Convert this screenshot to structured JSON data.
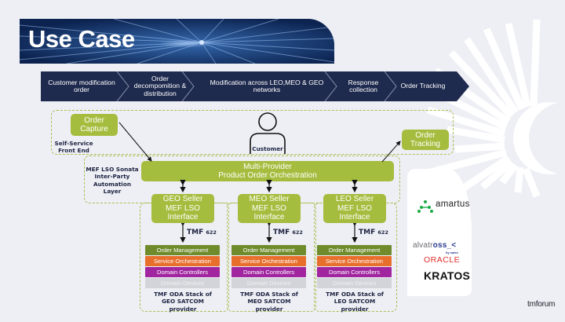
{
  "header": {
    "title": "Use Case"
  },
  "process_steps": [
    "Customer modification order",
    "Order decompomition & distribution",
    "Modification across LEO,MEO & GEO networks",
    "Response collection",
    "Order Tracking"
  ],
  "diagram": {
    "order_capture": "Order Capture",
    "self_service": "Self-Service Front End",
    "customer": "Customer",
    "order_tracking": "Order Tracking",
    "sonata_layer": "MEF LSO Sonata Inter-Party Automation Layer",
    "orchestration_line1": "Multi-Provider",
    "orchestration_line2": "Product Order Orchestration",
    "tmf_label": "TMF",
    "tmf_number": "622",
    "sellers": [
      {
        "name": "GEO Seller MEF LSO Interface",
        "line1": "GEO Seller",
        "line2": "MEF LSO",
        "line3": "Interface",
        "stack_label": "TMF ODA Stack of GEO SATCOM provider",
        "stack_line1": "TMF ODA Stack of",
        "stack_line2": "GEO SATCOM",
        "stack_line3": "provider"
      },
      {
        "name": "MEO Seller MEF LSO Interface",
        "line1": "MEO Seller",
        "line2": "MEF LSO",
        "line3": "Interface",
        "stack_label": "TMF ODA Stack of MEO SATCOM provider",
        "stack_line1": "TMF ODA Stack of",
        "stack_line2": "MEO SATCOM",
        "stack_line3": "provider"
      },
      {
        "name": "LEO Seller MEF LSO Interface",
        "line1": "LEO Seller",
        "line2": "MEF LSO",
        "line3": "Interface",
        "stack_label": "TMF ODA Stack of LEO SATCOM provider",
        "stack_line1": "TMF ODA Stack of",
        "stack_line2": "LEO SATCOM",
        "stack_line3": "provider"
      }
    ],
    "stack_layers": [
      "Order Management",
      "Service Orchestration",
      "Domain Controllers",
      "Domain Devices"
    ]
  },
  "partners": {
    "amartus": "amartus",
    "alvatross_a": "alvatr",
    "alvatross_b": "oss_<",
    "alvatross_by": "by satec",
    "oracle": "ORACLE",
    "kratos": "KRATOS"
  },
  "footer": {
    "brand": "tmforum"
  },
  "colors": {
    "navy": "#1e2a4e",
    "green": "#a4bd3e",
    "order_management": "#6f8b2b",
    "service_orchestration": "#e86e2c",
    "domain_controllers": "#a0259f",
    "domain_devices": "#d2d4d9"
  }
}
